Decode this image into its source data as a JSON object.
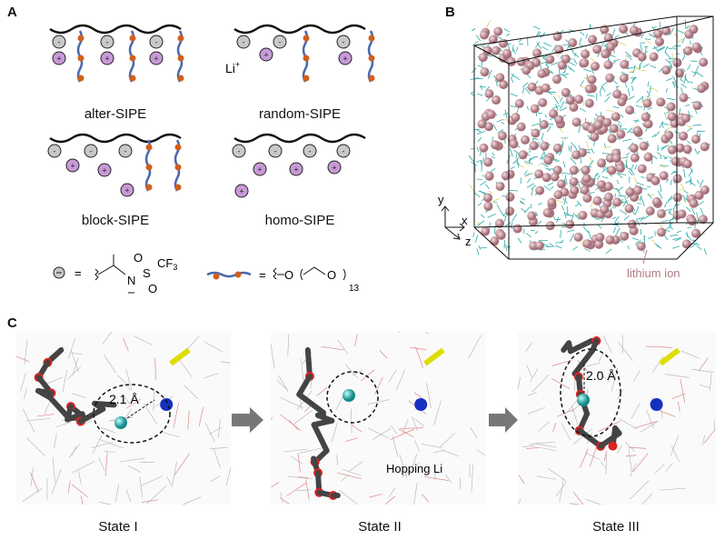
{
  "panels": {
    "a": {
      "letter": "A",
      "diagrams": [
        "alter-SIPE",
        "random-SIPE",
        "block-SIPE",
        "homo-SIPE"
      ],
      "li_label": "Li",
      "li_charge": "+",
      "legend": {
        "anion_eq": "=",
        "cf3": "CF",
        "cf3_sub": "3",
        "n": "N",
        "s": "S",
        "o": "O",
        "peo_eq": "=",
        "peo_o": "O",
        "repeat": "13"
      }
    },
    "b": {
      "letter": "B",
      "axes": {
        "x": "x",
        "y": "y",
        "z": "z"
      },
      "annotation": "lithium ion"
    },
    "c": {
      "letter": "C",
      "states": [
        "State I",
        "State II",
        "State III"
      ],
      "dist1": "2.1 Å",
      "hop": "Hopping Li",
      "dist3": "2.0 Å"
    }
  },
  "colors": {
    "anion": "#c8c8c8",
    "cation": "#c89ad8",
    "chain": "#4a6ab0",
    "bead": "#d0601e",
    "li_sphere": "#c89096",
    "bond": "#29a9a6"
  }
}
